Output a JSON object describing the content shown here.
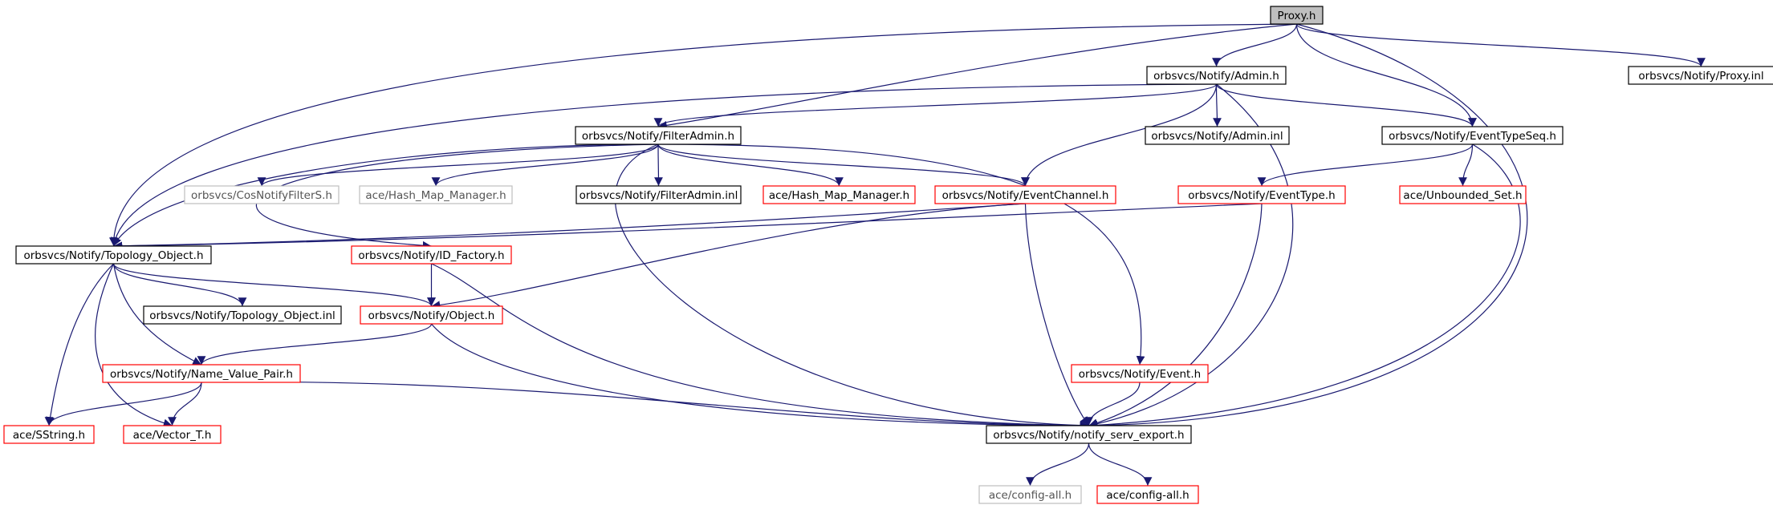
{
  "graph": {
    "nodes": [
      {
        "id": "proxy_h",
        "label": "Proxy.h",
        "style": "root"
      },
      {
        "id": "admin_h",
        "label": "orbsvcs/Notify/Admin.h",
        "style": "documented"
      },
      {
        "id": "proxy_inl",
        "label": "orbsvcs/Notify/Proxy.inl",
        "style": "documented"
      },
      {
        "id": "filteradmin_h",
        "label": "orbsvcs/Notify/FilterAdmin.h",
        "style": "documented"
      },
      {
        "id": "admin_inl",
        "label": "orbsvcs/Notify/Admin.inl",
        "style": "documented"
      },
      {
        "id": "eventtypeseq_h",
        "label": "orbsvcs/Notify/EventTypeSeq.h",
        "style": "documented"
      },
      {
        "id": "cosnotifyfilters_h",
        "label": "orbsvcs/CosNotifyFilterS.h",
        "style": "external"
      },
      {
        "id": "hash_map_manager_gray",
        "label": "ace/Hash_Map_Manager.h",
        "style": "external"
      },
      {
        "id": "filteradmin_inl",
        "label": "orbsvcs/Notify/FilterAdmin.inl",
        "style": "documented"
      },
      {
        "id": "hash_map_manager_red",
        "label": "ace/Hash_Map_Manager.h",
        "style": "incomplete"
      },
      {
        "id": "eventchannel_h",
        "label": "orbsvcs/Notify/EventChannel.h",
        "style": "incomplete"
      },
      {
        "id": "eventtype_h",
        "label": "orbsvcs/Notify/EventType.h",
        "style": "incomplete"
      },
      {
        "id": "unbounded_set_h",
        "label": "ace/Unbounded_Set.h",
        "style": "incomplete"
      },
      {
        "id": "topology_object_h",
        "label": "orbsvcs/Notify/Topology_Object.h",
        "style": "documented"
      },
      {
        "id": "id_factory_h",
        "label": "orbsvcs/Notify/ID_Factory.h",
        "style": "incomplete"
      },
      {
        "id": "topology_object_inl",
        "label": "orbsvcs/Notify/Topology_Object.inl",
        "style": "documented"
      },
      {
        "id": "object_h",
        "label": "orbsvcs/Notify/Object.h",
        "style": "incomplete"
      },
      {
        "id": "event_h",
        "label": "orbsvcs/Notify/Event.h",
        "style": "incomplete"
      },
      {
        "id": "name_value_pair_h",
        "label": "orbsvcs/Notify/Name_Value_Pair.h",
        "style": "incomplete"
      },
      {
        "id": "sstring_h",
        "label": "ace/SString.h",
        "style": "incomplete"
      },
      {
        "id": "vector_t_h",
        "label": "ace/Vector_T.h",
        "style": "incomplete"
      },
      {
        "id": "notify_serv_export_h",
        "label": "orbsvcs/Notify/notify_serv_export.h",
        "style": "documented"
      },
      {
        "id": "config_all_gray",
        "label": "ace/config-all.h",
        "style": "external"
      },
      {
        "id": "config_all_red",
        "label": "ace/config-all.h",
        "style": "incomplete"
      }
    ],
    "edges": [
      [
        "proxy_h",
        "admin_h"
      ],
      [
        "proxy_h",
        "proxy_inl"
      ],
      [
        "proxy_h",
        "filteradmin_h"
      ],
      [
        "proxy_h",
        "eventtypeseq_h"
      ],
      [
        "proxy_h",
        "topology_object_h"
      ],
      [
        "proxy_h",
        "notify_serv_export_h"
      ],
      [
        "admin_h",
        "filteradmin_h"
      ],
      [
        "admin_h",
        "admin_inl"
      ],
      [
        "admin_h",
        "eventtypeseq_h"
      ],
      [
        "admin_h",
        "eventchannel_h"
      ],
      [
        "admin_h",
        "topology_object_h"
      ],
      [
        "admin_h",
        "notify_serv_export_h"
      ],
      [
        "filteradmin_h",
        "cosnotifyfilters_h"
      ],
      [
        "filteradmin_h",
        "hash_map_manager_gray"
      ],
      [
        "filteradmin_h",
        "filteradmin_inl"
      ],
      [
        "filteradmin_h",
        "hash_map_manager_red"
      ],
      [
        "filteradmin_h",
        "eventchannel_h"
      ],
      [
        "filteradmin_h",
        "topology_object_h"
      ],
      [
        "filteradmin_h",
        "id_factory_h"
      ],
      [
        "filteradmin_h",
        "event_h"
      ],
      [
        "filteradmin_h",
        "notify_serv_export_h"
      ],
      [
        "eventtypeseq_h",
        "eventtype_h"
      ],
      [
        "eventtypeseq_h",
        "unbounded_set_h"
      ],
      [
        "eventtypeseq_h",
        "notify_serv_export_h"
      ],
      [
        "eventchannel_h",
        "topology_object_h"
      ],
      [
        "eventchannel_h",
        "object_h"
      ],
      [
        "eventchannel_h",
        "notify_serv_export_h"
      ],
      [
        "eventtype_h",
        "topology_object_h"
      ],
      [
        "eventtype_h",
        "notify_serv_export_h"
      ],
      [
        "topology_object_h",
        "topology_object_inl"
      ],
      [
        "topology_object_h",
        "object_h"
      ],
      [
        "topology_object_h",
        "name_value_pair_h"
      ],
      [
        "topology_object_h",
        "sstring_h"
      ],
      [
        "topology_object_h",
        "vector_t_h"
      ],
      [
        "id_factory_h",
        "object_h"
      ],
      [
        "id_factory_h",
        "notify_serv_export_h"
      ],
      [
        "object_h",
        "name_value_pair_h"
      ],
      [
        "object_h",
        "notify_serv_export_h"
      ],
      [
        "name_value_pair_h",
        "sstring_h"
      ],
      [
        "name_value_pair_h",
        "vector_t_h"
      ],
      [
        "name_value_pair_h",
        "notify_serv_export_h"
      ],
      [
        "event_h",
        "notify_serv_export_h"
      ],
      [
        "notify_serv_export_h",
        "config_all_gray"
      ],
      [
        "notify_serv_export_h",
        "config_all_red"
      ]
    ]
  },
  "colors": {
    "edge": "#191970",
    "root_fill": "#bfbfbf",
    "documented_border": "#000000",
    "incomplete_border": "#ff0000",
    "external_border": "#bfbfbf"
  }
}
